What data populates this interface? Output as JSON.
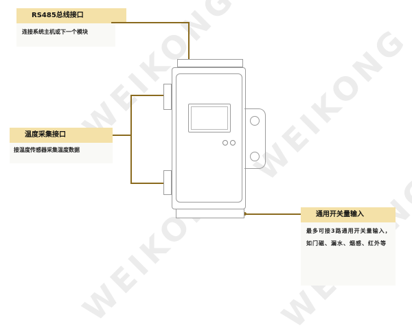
{
  "callouts": {
    "rs485": {
      "title": "RS485总线接口",
      "desc": "连接系统主机或下一个模块"
    },
    "temperature": {
      "title": "温度采集接口",
      "desc": "接温度传感器采集温度数据"
    },
    "switch": {
      "title": "通用开关量输入",
      "desc": "最多可接3路通用开关量输入，如门磁、漏水、烟感、红外等"
    }
  },
  "colors": {
    "accent": "#f4e1a8",
    "line": "#8a6a1e"
  }
}
